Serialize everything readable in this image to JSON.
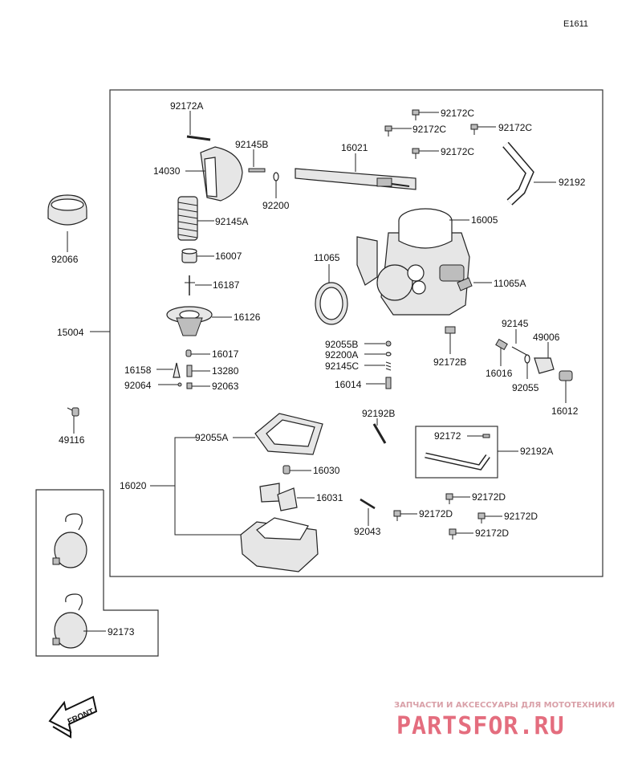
{
  "diagram_code": "E1611",
  "labels": {
    "l_92172A": "92172A",
    "l_92145B": "92145B",
    "l_14030": "14030",
    "l_92200": "92200",
    "l_16021": "16021",
    "l_92172C_1": "92172C",
    "l_92172C_2": "92172C",
    "l_92172C_3": "92172C",
    "l_92172C_4": "92172C",
    "l_92192": "92192",
    "l_92145A": "92145A",
    "l_16005": "16005",
    "l_92066": "92066",
    "l_16007": "16007",
    "l_11065": "11065",
    "l_16187": "16187",
    "l_11065A": "11065A",
    "l_16126": "16126",
    "l_15004": "15004",
    "l_92145": "92145",
    "l_49006": "49006",
    "l_92055B": "92055B",
    "l_92200A": "92200A",
    "l_92145C": "92145C",
    "l_16014": "16014",
    "l_92172B": "92172B",
    "l_16017": "16017",
    "l_16158": "16158",
    "l_13280": "13280",
    "l_92064": "92064",
    "l_92063": "92063",
    "l_16016": "16016",
    "l_92055": "92055",
    "l_16012": "16012",
    "l_49116": "49116",
    "l_92192B": "92192B",
    "l_92055A": "92055A",
    "l_92172": "92172",
    "l_92192A": "92192A",
    "l_16030": "16030",
    "l_16020": "16020",
    "l_16031": "16031",
    "l_92172D_1": "92172D",
    "l_92172D_2": "92172D",
    "l_92172D_3": "92172D",
    "l_92172D_4": "92172D",
    "l_92043": "92043",
    "l_92173": "92173"
  },
  "front_arrow": {
    "text": "FRONT"
  },
  "watermark": {
    "tagline": "ЗАПЧАСТИ И АКСЕССУАРЫ ДЛЯ МОТОТЕХНИКИ",
    "logo": "PARTSFOR.RU",
    "color": "#e46d7e"
  }
}
